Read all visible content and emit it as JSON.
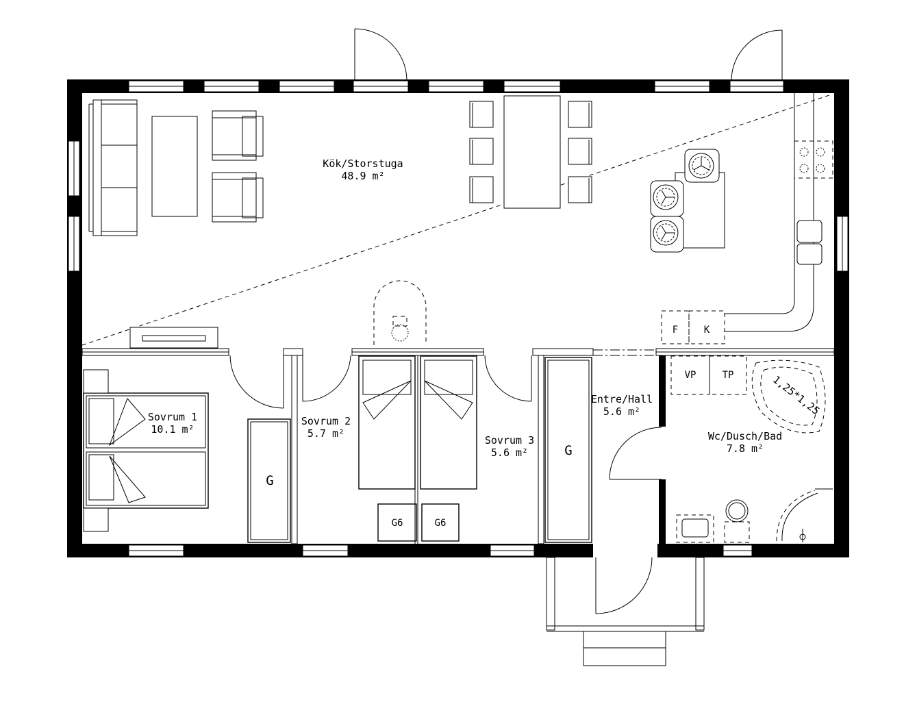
{
  "rooms": {
    "living": {
      "name": "Kök/Storstuga",
      "area": "48.9 m²"
    },
    "bedroom1": {
      "name": "Sovrum 1",
      "area": "10.1 m²"
    },
    "bedroom2": {
      "name": "Sovrum 2",
      "area": "5.7 m²"
    },
    "bedroom3": {
      "name": "Sovrum 3",
      "area": "5.6 m²"
    },
    "hall": {
      "name": "Entre/Hall",
      "area": "5.6 m²"
    },
    "bath": {
      "name": "Wc/Dusch/Bad",
      "area": "7.8 m²"
    }
  },
  "fixtures": {
    "fridge": "F",
    "freezer": "K",
    "washer": "VP",
    "dryer": "TP",
    "wardrobe1": "G",
    "wardrobe3": "G",
    "g6_left": "G6",
    "g6_right": "G6",
    "corner_tub": "1,25*1,25"
  }
}
